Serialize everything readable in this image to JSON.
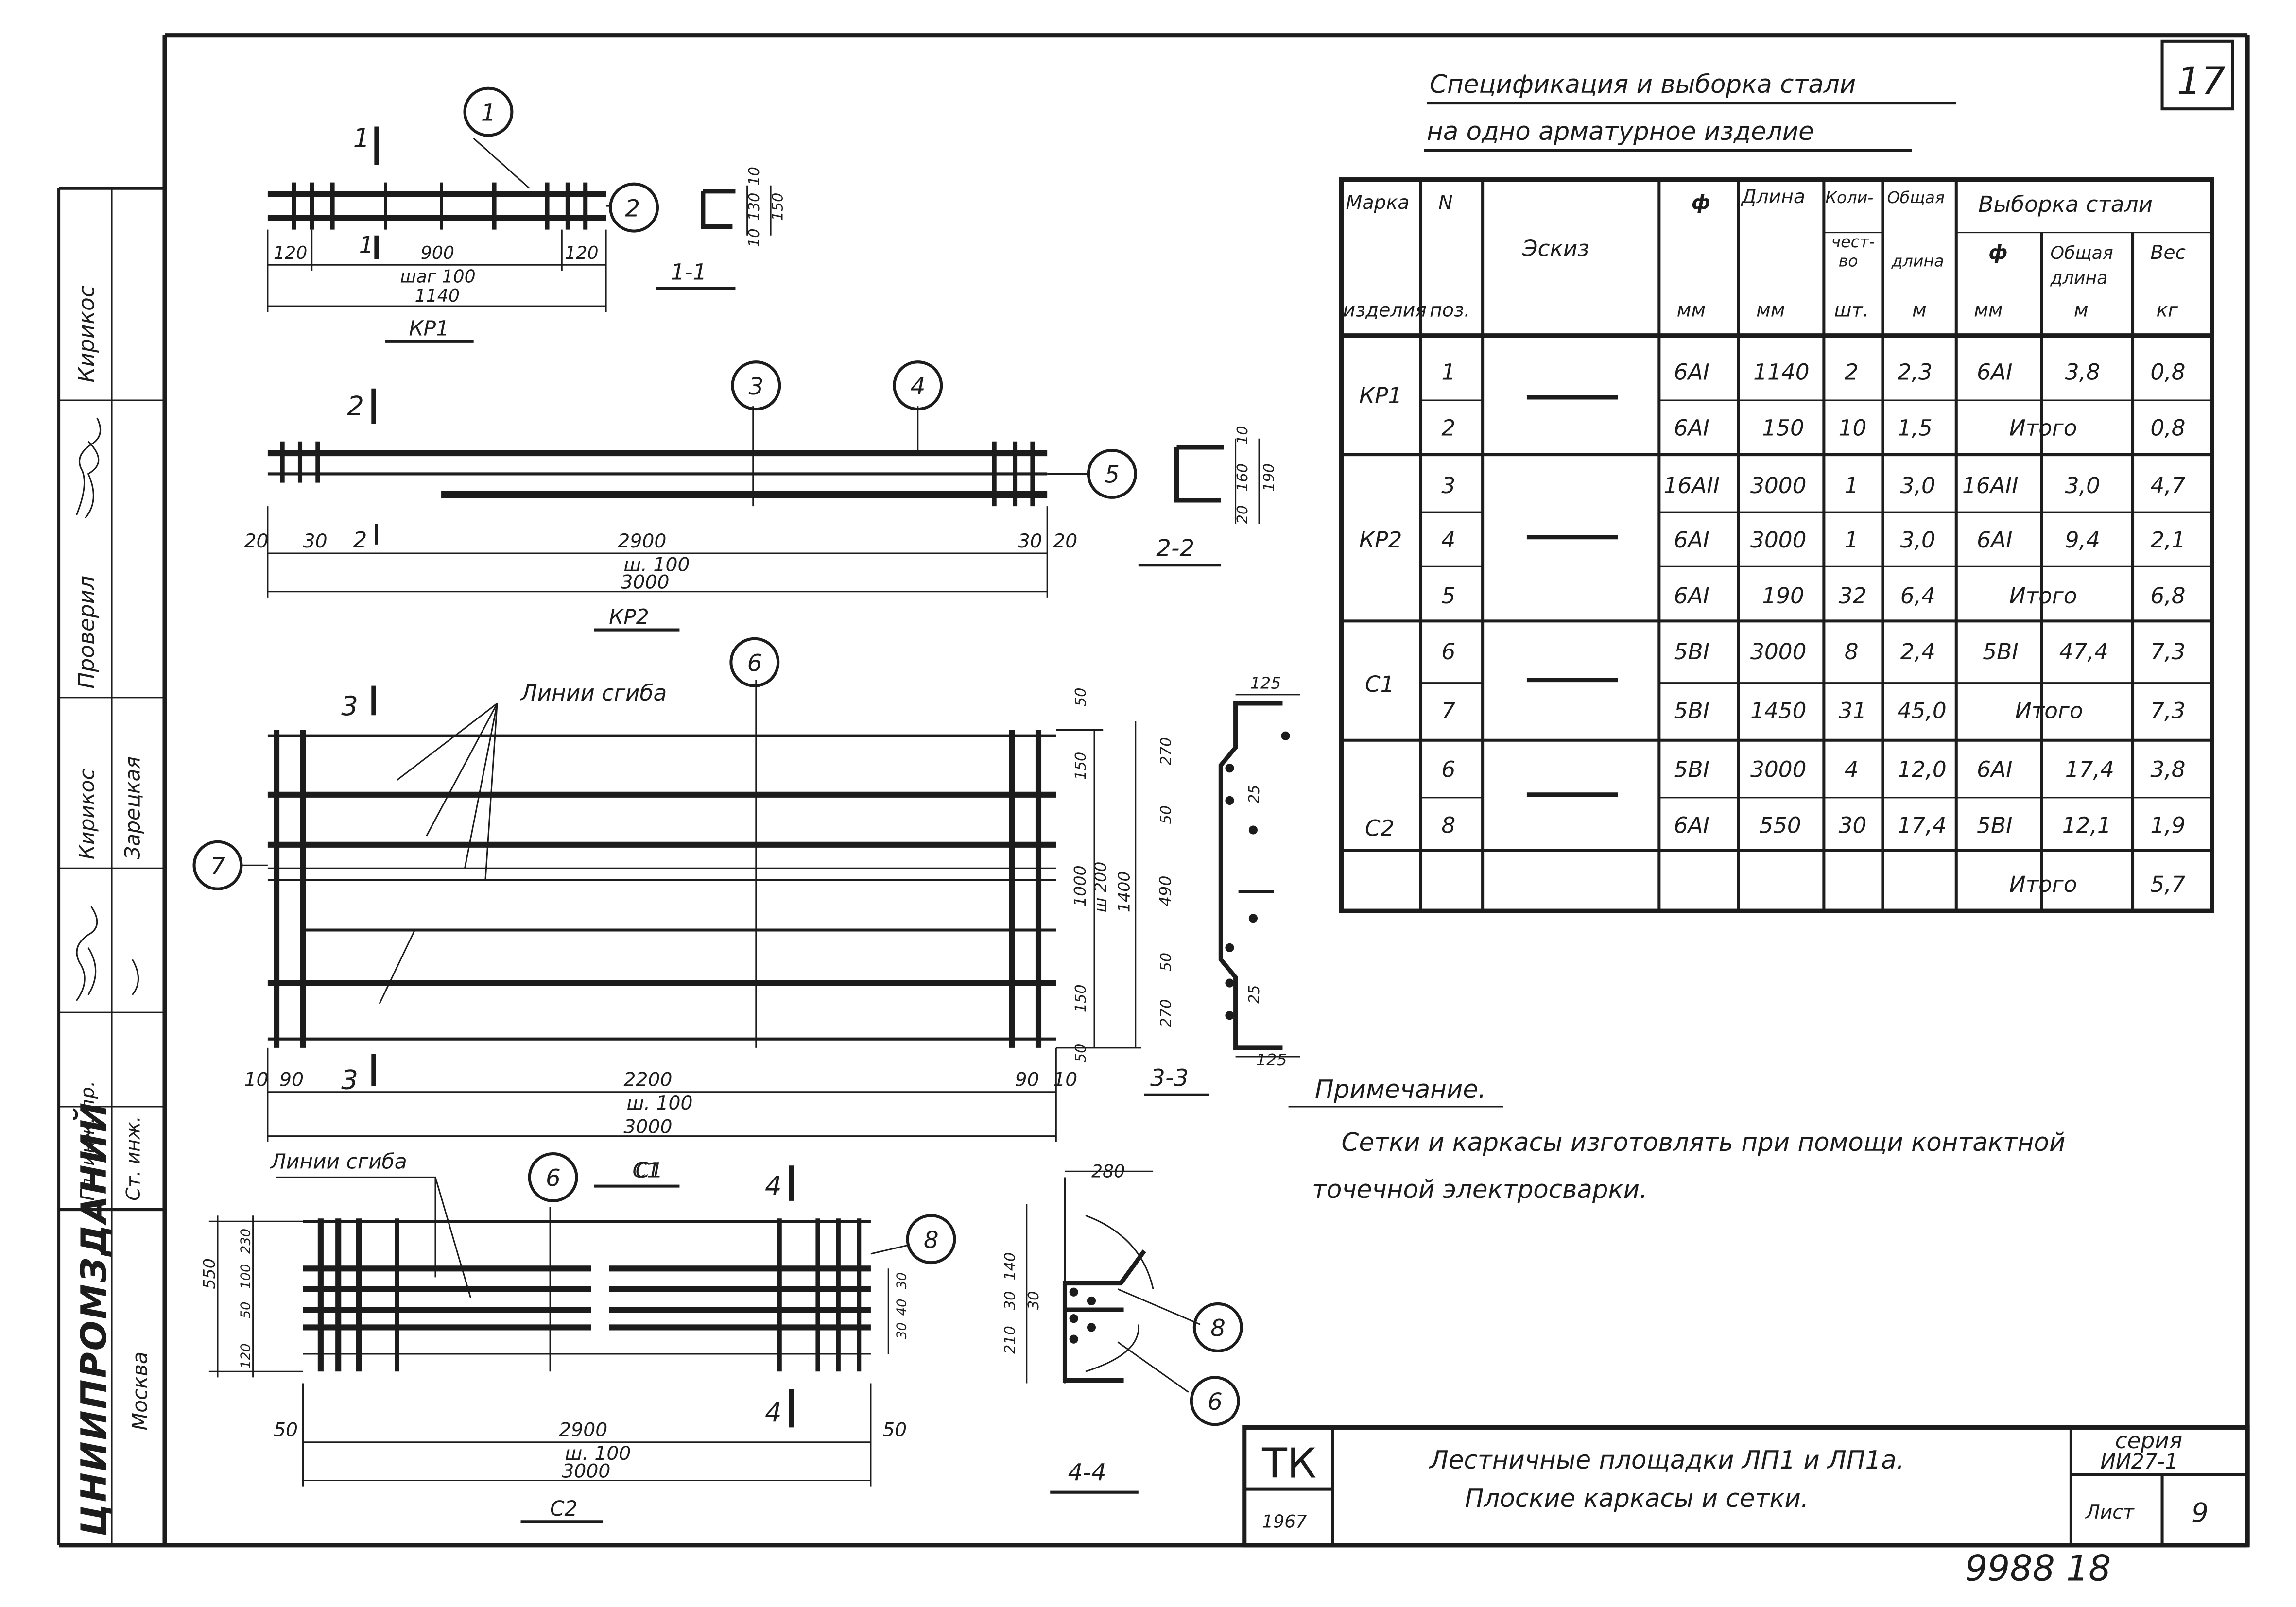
{
  "sheet": {
    "number_top": "17",
    "title_line1": "Спецификация и выборка стали",
    "title_line2": "на одно арматурное изделие",
    "handwritten_number": "9988 18"
  },
  "side_stamp": {
    "org": "ЦНИИПРОМЗДАНИЙ",
    "city": "Москва",
    "roles": [
      "Гл. инж. пр.",
      "Ст. инж.",
      "Проверил"
    ],
    "names": [
      "Кирикос",
      "Кирикос",
      "Зарецкая"
    ]
  },
  "spec_table": {
    "headers": {
      "mark_line1": "Марка",
      "mark_line3": "изделия",
      "pos_line1": "N",
      "pos_line2": "поз.",
      "sketch": "Эскиз",
      "diam": "ф",
      "diam_unit": "мм",
      "length": "Длина",
      "length_unit": "мм",
      "qty_line1": "Коли-",
      "qty_line2": "чест-",
      "qty_line3": "во",
      "qty_unit": "шт.",
      "total_line1": "Общая",
      "total_line2": "длина",
      "total_unit": "м",
      "selection": "Выборка стали",
      "sel_diam": "ф",
      "sel_diam_unit": "мм",
      "sel_total_line1": "Общая",
      "sel_total_line2": "длина",
      "sel_total_unit": "м",
      "sel_weight": "Вес",
      "sel_weight_unit": "кг"
    },
    "rows": [
      {
        "mark": "КР1",
        "pos": "1",
        "diam": "6АI",
        "len": "1140",
        "qty": "2",
        "total": "2,3",
        "sd": "6АI",
        "sl": "3,8",
        "w": "0,8"
      },
      {
        "mark": "",
        "pos": "2",
        "diam": "6АI",
        "len": "150",
        "qty": "10",
        "total": "1,5",
        "sd": "Итого",
        "sl": "",
        "w": "0,8"
      },
      {
        "mark": "КР2",
        "pos": "3",
        "diam": "16АII",
        "len": "3000",
        "qty": "1",
        "total": "3,0",
        "sd": "16АII",
        "sl": "3,0",
        "w": "4,7"
      },
      {
        "mark": "",
        "pos": "4",
        "diam": "6АI",
        "len": "3000",
        "qty": "1",
        "total": "3,0",
        "sd": "6АI",
        "sl": "9,4",
        "w": "2,1"
      },
      {
        "mark": "",
        "pos": "5",
        "diam": "6АI",
        "len": "190",
        "qty": "32",
        "total": "6,4",
        "sd": "Итого",
        "sl": "",
        "w": "6,8"
      },
      {
        "mark": "С1",
        "pos": "6",
        "diam": "5ВI",
        "len": "3000",
        "qty": "8",
        "total": "2,4",
        "sd": "5ВI",
        "sl": "47,4",
        "w": "7,3"
      },
      {
        "mark": "",
        "pos": "7",
        "diam": "5ВI",
        "len": "1450",
        "qty": "31",
        "total": "45,0",
        "sd": "Итого",
        "sl": "",
        "w": "7,3"
      },
      {
        "mark": "С2",
        "pos": "6",
        "diam": "5ВI",
        "len": "3000",
        "qty": "4",
        "total": "12,0",
        "sd": "6АI",
        "sl": "17,4",
        "w": "3,8"
      },
      {
        "mark": "",
        "pos": "8",
        "diam": "6АI",
        "len": "550",
        "qty": "30",
        "total": "17,4",
        "sd": "5ВI",
        "sl": "12,1",
        "w": "1,9"
      },
      {
        "mark": "",
        "pos": "",
        "diam": "",
        "len": "",
        "qty": "",
        "total": "",
        "sd": "Итого",
        "sl": "",
        "w": "5,7"
      }
    ]
  },
  "note": {
    "title": "Примечание.",
    "line1": "Сетки и каркасы изготовлять при помощи контактной",
    "line2": "точечной электросварки."
  },
  "title_block": {
    "tk": "ТК",
    "year": "1967",
    "line1": "Лестничные площадки ЛП1 и ЛП1а.",
    "line2": "Плоские каркасы и сетки.",
    "series_label": "серия",
    "series": "ИИ27-1",
    "sheet_label": "Лист",
    "sheet_no": "9"
  },
  "drawings": {
    "kp1": {
      "name": "КР1",
      "section": "1-1",
      "cut": "1",
      "d_left": "120",
      "d_mid": "900",
      "d_step": "шаг 100",
      "d_right": "120",
      "d_total": "1140",
      "s_a": "10",
      "s_b": "130",
      "s_c": "150",
      "s_d": "10",
      "callout_a": "1",
      "callout_b": "2"
    },
    "kp2": {
      "name": "КР2",
      "section": "2-2",
      "cut": "2",
      "d_a": "20",
      "d_b": "30",
      "d_mid": "2900",
      "d_step": "ш. 100",
      "d_c": "30",
      "d_d": "20",
      "d_total": "3000",
      "s_a": "10",
      "s_b": "160",
      "s_c": "190",
      "s_d": "20",
      "callout_a": "3",
      "callout_b": "4",
      "callout_c": "5"
    },
    "c1": {
      "name": "С1",
      "section": "3-3",
      "cut": "3",
      "bend_label": "Линии сгиба",
      "d_a": "10",
      "d_b": "90",
      "d_mid": "2200",
      "d_step": "ш. 100",
      "d_c": "90",
      "d_d": "10",
      "d_total": "3000",
      "r_a": "50",
      "r_b": "150",
      "r_c": "1000",
      "r_d": "ш 200",
      "r_e": "1400",
      "r_f": "150",
      "r_g": "50",
      "s_top": "125",
      "s_a": "270",
      "s_b": "50",
      "s_c": "25",
      "s_d": "490",
      "s_e": "50",
      "s_f": "25",
      "s_g": "270",
      "s_bottom": "125",
      "callout_a": "6",
      "callout_b": "7"
    },
    "c2": {
      "name": "С2",
      "section": "4-4",
      "cut": "4",
      "bend_label": "Линии сгиба",
      "d_a": "50",
      "d_mid": "2900",
      "d_step": "ш. 100",
      "d_b": "50",
      "d_total": "3000",
      "l_a": "550",
      "l_b": "230",
      "l_c": "100",
      "l_d": "50",
      "l_e": "120",
      "r_a": "30",
      "r_b": "40",
      "r_c": "30",
      "s_top": "280",
      "s_a": "140",
      "s_b": "30",
      "s_c": "30",
      "s_d": "210",
      "callout_a": "6",
      "callout_b": "8",
      "callout_c": "8",
      "callout_d": "6"
    }
  }
}
